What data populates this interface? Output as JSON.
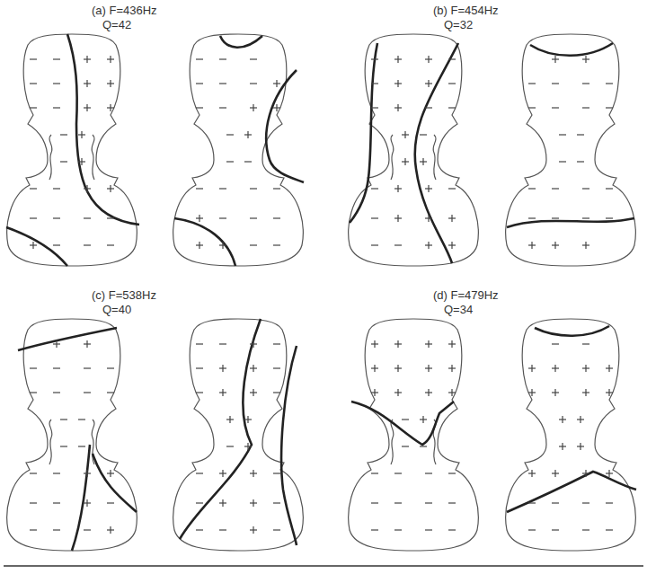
{
  "diagram": {
    "labels": [
      "(a) F=436Hz",
      "Q=42",
      "(b) F=454Hz",
      "Q=32",
      "(c) F=538Hz",
      "Q=40",
      "(d) F=479Hz",
      "Q=34"
    ]
  }
}
